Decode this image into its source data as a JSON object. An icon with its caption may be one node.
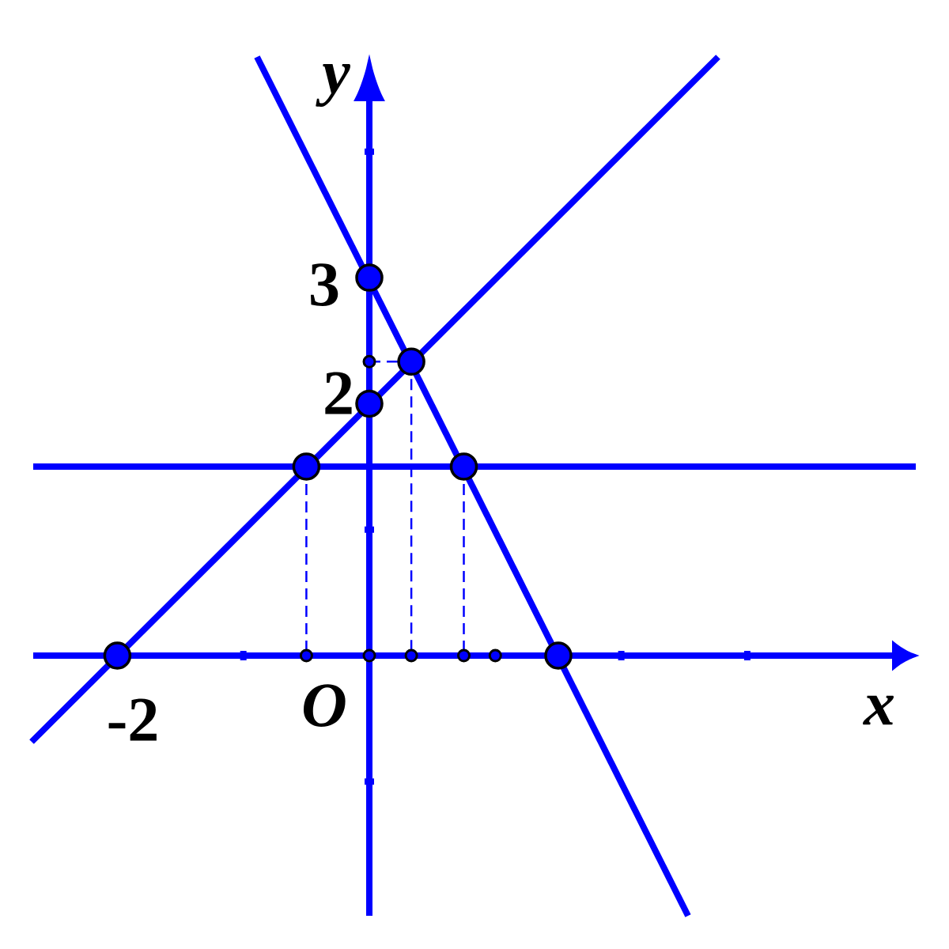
{
  "diagram": {
    "labels": [
      "y",
      "3",
      "2",
      "-2",
      "O",
      "x"
    ]
  }
}
